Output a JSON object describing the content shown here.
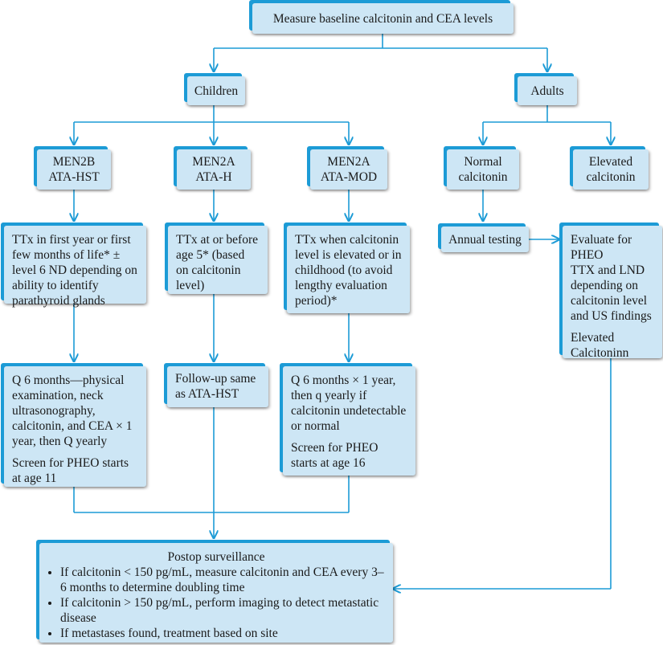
{
  "top": "Measure baseline calcitonin and CEA levels",
  "children": "Children",
  "adults": "Adults",
  "men2b": [
    "MEN2B",
    "ATA-HST"
  ],
  "men2a_h": [
    "MEN2A",
    "ATA-H"
  ],
  "men2a_mod": [
    "MEN2A",
    "ATA-MOD"
  ],
  "normal_calcitonin": [
    "Normal",
    "calcitonin"
  ],
  "elevated_calcitonin": [
    "Elevated",
    "calcitonin"
  ],
  "ttx_first_year": "TTx in first year or first few months of life* ± level 6 ND depending on ability to identify parathyroid glands",
  "ttx_age5": "TTx at or before age 5* (based on calcitonin level)",
  "ttx_when_elevated": "TTx when calcitonin level is elevated or in childhood (to avoid lengthy evaluation period)*",
  "annual_testing": "Annual testing",
  "evaluate": {
    "line1": "Evaluate for PHEO",
    "line2": "TTX and LND depending on calcitonin level and US findings",
    "line3": "Elevated Calcitoninn"
  },
  "q6_hst": {
    "line1": "Q 6 months—physical examination, neck ultrasonography, calcitonin, and CEA × 1 year, then Q yearly",
    "line2": "Screen for PHEO starts at age 11"
  },
  "followup": "Follow-up same as ATA-HST",
  "q6_mod": {
    "line1": "Q 6 months × 1 year, then q yearly if calcitonin undetectable or normal",
    "line2": "Screen for PHEO starts at age 16"
  },
  "postop": {
    "title": "Postop surveillance",
    "bullets": [
      "If calcitonin < 150 pg/mL, measure calcitonin and CEA every 3–6 months to determine doubling time",
      "If calcitonin > 150 pg/mL, perform imaging to detect metastatic disease",
      "If metastases found, treatment based on site"
    ]
  },
  "colors": {
    "box_fill": "#cde6f5",
    "box_edge": "#1c9bd6",
    "connector": "#1c9bd6"
  }
}
